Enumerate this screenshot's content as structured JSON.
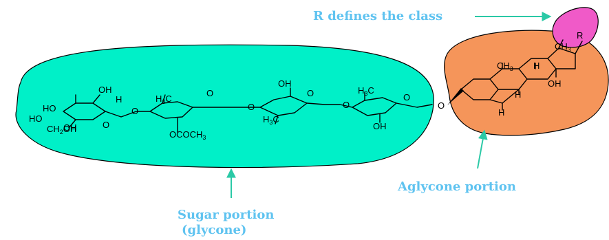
{
  "labels": {
    "r_class": "R defines the class",
    "aglycone": "Aglycone portion",
    "sugar_line1": "Sugar portion",
    "sugar_line2": "(glycone)"
  },
  "atoms": {
    "ho": "HO",
    "oh": "OH",
    "o": "O",
    "h3c": "H3C",
    "ch2oh": "CH2OH",
    "ococh3": "OCOCH3",
    "ch3": "CH3",
    "h": "H",
    "r": "R"
  },
  "colors": {
    "sugar_fill": "#00F0C8",
    "aglycone_fill": "#F5955A",
    "r_fill": "#F05AC8",
    "label_text": "#5FC3F0",
    "arrow": "#2AC9A6"
  }
}
